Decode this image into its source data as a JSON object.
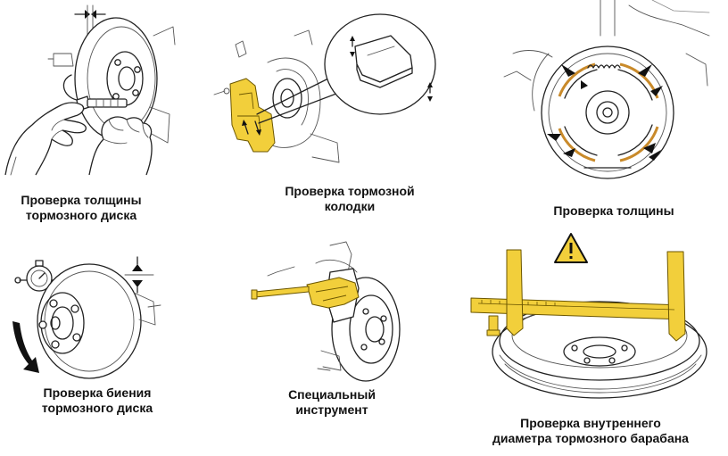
{
  "colors": {
    "highlight_yellow": "#f2cf3b",
    "line": "#222222",
    "caption_text": "#111111",
    "shoe_lining": "#c98a2a"
  },
  "panels": [
    {
      "id": "disc-thickness",
      "caption_lines": [
        "Проверка толщины",
        "тормозного диска"
      ]
    },
    {
      "id": "brake-pad",
      "caption_lines": [
        "Проверка тормозной",
        "колодки"
      ]
    },
    {
      "id": "shoe-thickness",
      "caption_lines": [
        "Проверка толщины"
      ]
    },
    {
      "id": "disc-runout",
      "caption_lines": [
        "Проверка биения",
        "тормозного диска"
      ]
    },
    {
      "id": "special-tool",
      "caption_lines": [
        "Специальный",
        "инструмент"
      ]
    },
    {
      "id": "drum-diameter",
      "caption_lines": [
        "Проверка внутреннего",
        "диаметра тормозного барабана"
      ]
    }
  ]
}
